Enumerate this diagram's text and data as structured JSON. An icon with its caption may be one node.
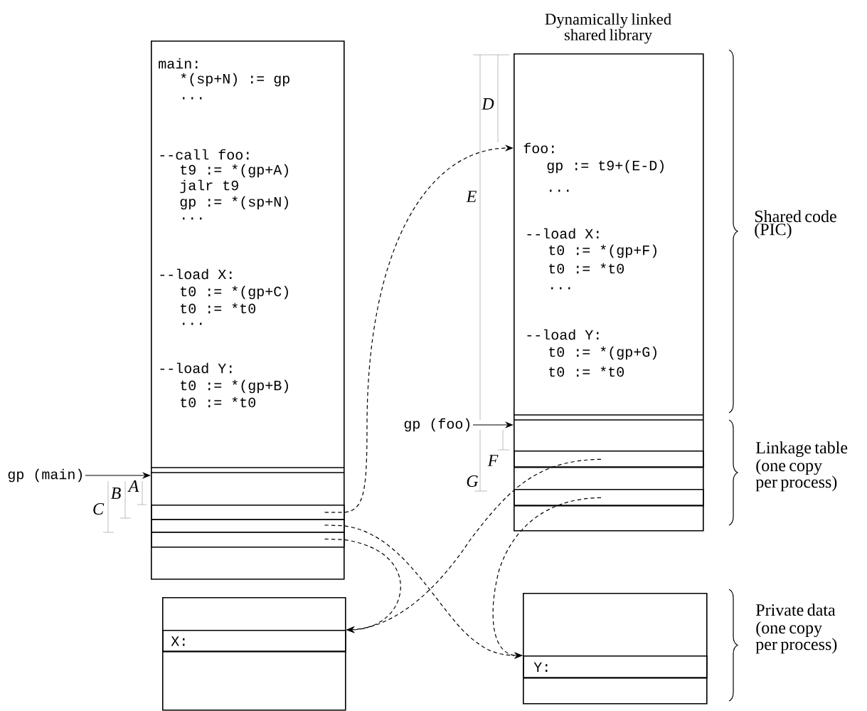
{
  "diagram": {
    "nodes": [
      {
        "text": [
          "main:",
          "*(sp+N) := gp",
          "...",
          "--call foo:",
          "t9 := *(gp+A)",
          "jalr t9",
          "gp := *(sp+N)",
          "...",
          "--load X:",
          "t0 := *(gp+C)",
          "t0 := *t0",
          "...",
          "--load Y:",
          "t0 := *(gp+B)",
          "t0 := *t0"
        ]
      },
      {
        "text": [],
        "shape": "box",
        "in": 0
      },
      {
        "text": [],
        "shape": "box",
        "in": 0
      },
      {
        "text": [],
        "shape": "box",
        "in": 0
      },
      {
        "text": [
          "Dynamically linked shared library",
          "foo:",
          "gp := t9+(E-D)",
          "...",
          "--load X:",
          "t0 := *(gp+F)",
          "t0 := *t0",
          "...",
          "--load Y:",
          "t0 := *(gp+G)",
          "t0 := *t0"
        ]
      },
      {
        "text": [],
        "shape": "box",
        "in": 4
      },
      {
        "text": [],
        "shape": "box",
        "in": 4
      },
      {
        "text": [
          "gp (foo)"
        ]
      },
      {
        "text": [
          "gp (main)"
        ]
      },
      {
        "text": [],
        "shape": "box"
      },
      {
        "text": [
          "X:"
        ],
        "in": 9
      },
      {
        "text": [],
        "shape": "box"
      },
      {
        "text": [
          "Y:"
        ],
        "in": 11
      }
    ],
    "edges": [
      {
        "from": 8,
        "to": 0,
        "arrow": "to"
      },
      {
        "from": 7,
        "to": 4,
        "arrow": "to"
      },
      {
        "from": 1,
        "to": 4,
        "arrow": "to",
        "style": "dashed"
      },
      {
        "from": 2,
        "to": 12,
        "arrow": "to",
        "style": "dashed"
      },
      {
        "from": 3,
        "to": 10,
        "arrow": "to",
        "style": "dashed"
      },
      {
        "from": 5,
        "to": 10,
        "arrow": "to",
        "style": "dashed"
      },
      {
        "from": 6,
        "to": 12,
        "arrow": "to",
        "style": "dashed"
      }
    ],
    "labels": [
      "D",
      "E",
      "Shared code (PIC)",
      "Linkage table",
      "(one copy per process)",
      "F",
      "G",
      "A",
      "B",
      "C",
      "Private data",
      "(one copy per process)"
    ]
  }
}
